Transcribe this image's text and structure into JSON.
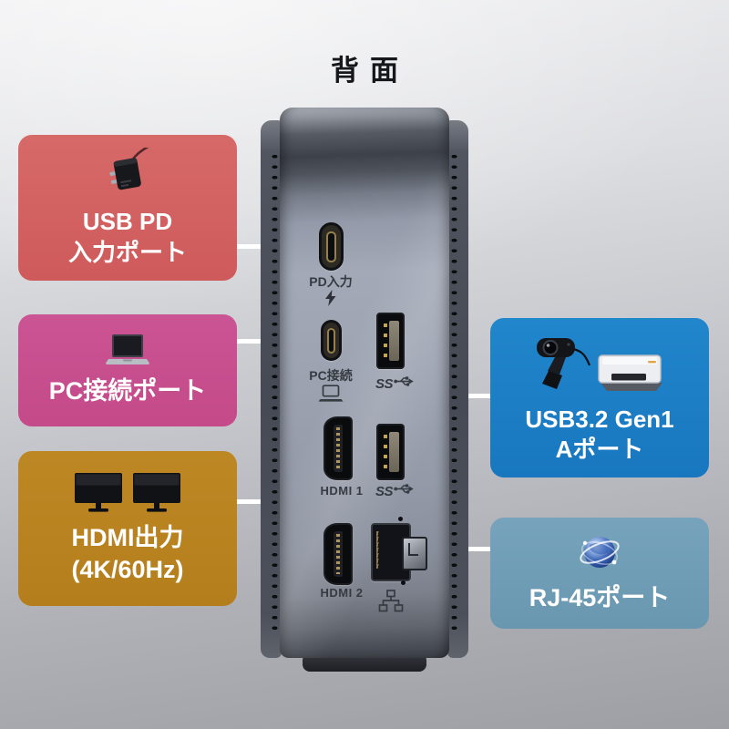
{
  "title": "背面",
  "colors": {
    "callout_usb_pd": "#d15e60",
    "callout_pc": "#c74b8e",
    "callout_hdmi": "#b8831f",
    "callout_usb_a": "#1b7dc4",
    "callout_rj45": "#6f9cb5",
    "connector_line": "#ffffff",
    "device_label_text": "#363a41",
    "callout_text": "#ffffff"
  },
  "callouts": {
    "usb_pd": {
      "line1": "USB PD",
      "line2": "入力ポート",
      "icon": "power-adapter-icon"
    },
    "pc": {
      "line1": "PC接続ポート",
      "icon": "laptop-icon"
    },
    "hdmi": {
      "line1": "HDMI出力",
      "line2": "(4K/60Hz)",
      "icon": "dual-monitor-icon"
    },
    "usb_a": {
      "line1": "USB3.2 Gen1",
      "line2": "Aポート",
      "icon": "webcam-and-printer-icon"
    },
    "rj45": {
      "line1": "RJ-45ポート",
      "icon": "globe-icon"
    }
  },
  "device": {
    "port_labels": {
      "pd": "PD入力",
      "pc": "PC接続",
      "usb1": "SS",
      "usb2": "SS",
      "hdmi1": "HDMI 1",
      "hdmi2": "HDMI 2"
    }
  }
}
